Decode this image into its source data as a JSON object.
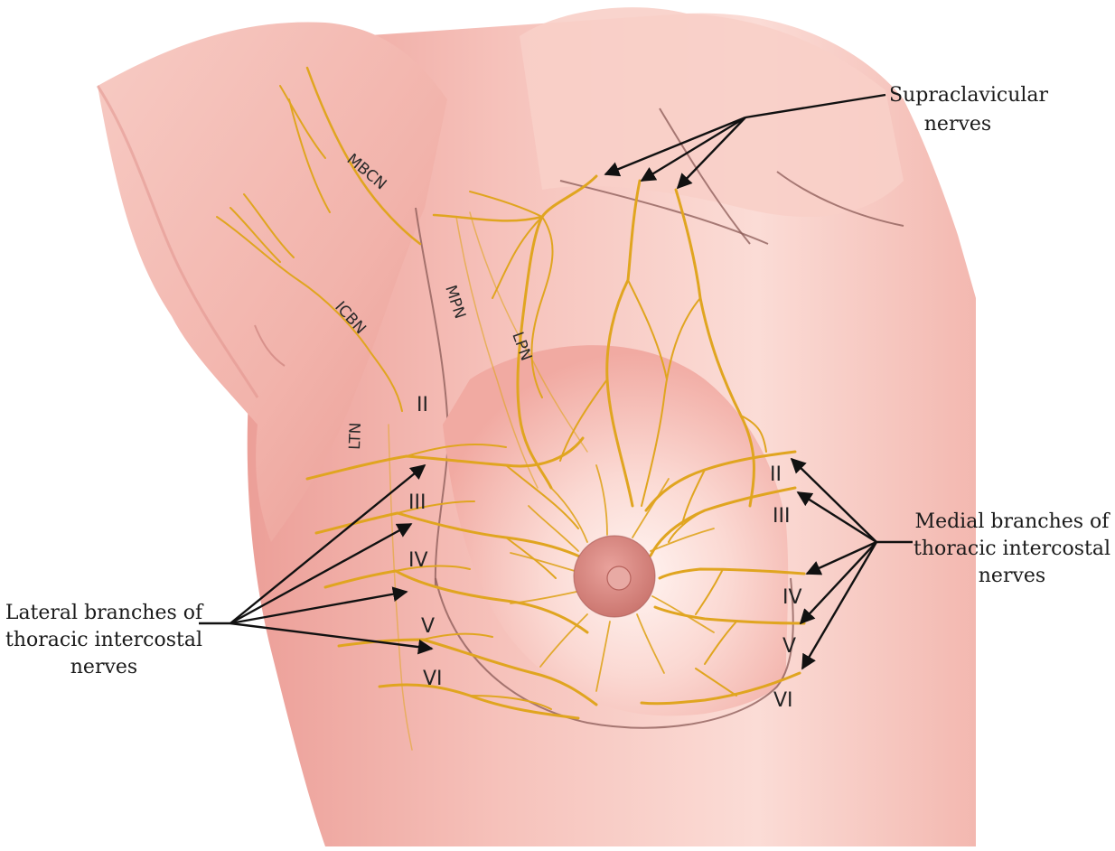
{
  "callouts": {
    "supraclavicular": [
      "Supraclavicular",
      "nerves"
    ],
    "medial": [
      "Medial branches of",
      "thoracic intercostal",
      "nerves"
    ],
    "lateral": [
      "Lateral branches of",
      "thoracic intercostal",
      "nerves"
    ]
  },
  "nerve_labels": {
    "mbcn": "MBCN",
    "icbn": "ICBN",
    "mpn": "MPN",
    "lpn": "LPN",
    "ltn": "LTN"
  },
  "lateral_numerals": [
    "II",
    "III",
    "IV",
    "V",
    "VI"
  ],
  "medial_numerals": [
    "II",
    "III",
    "IV",
    "V",
    "VI"
  ],
  "colors": {
    "skin": "#f6c6bf",
    "skin_shadow": "#ec9f98",
    "nerve": "#e0a520",
    "nerve_highlight": "#ffd24d",
    "areola": "#d98b85",
    "arrow": "#111111"
  }
}
